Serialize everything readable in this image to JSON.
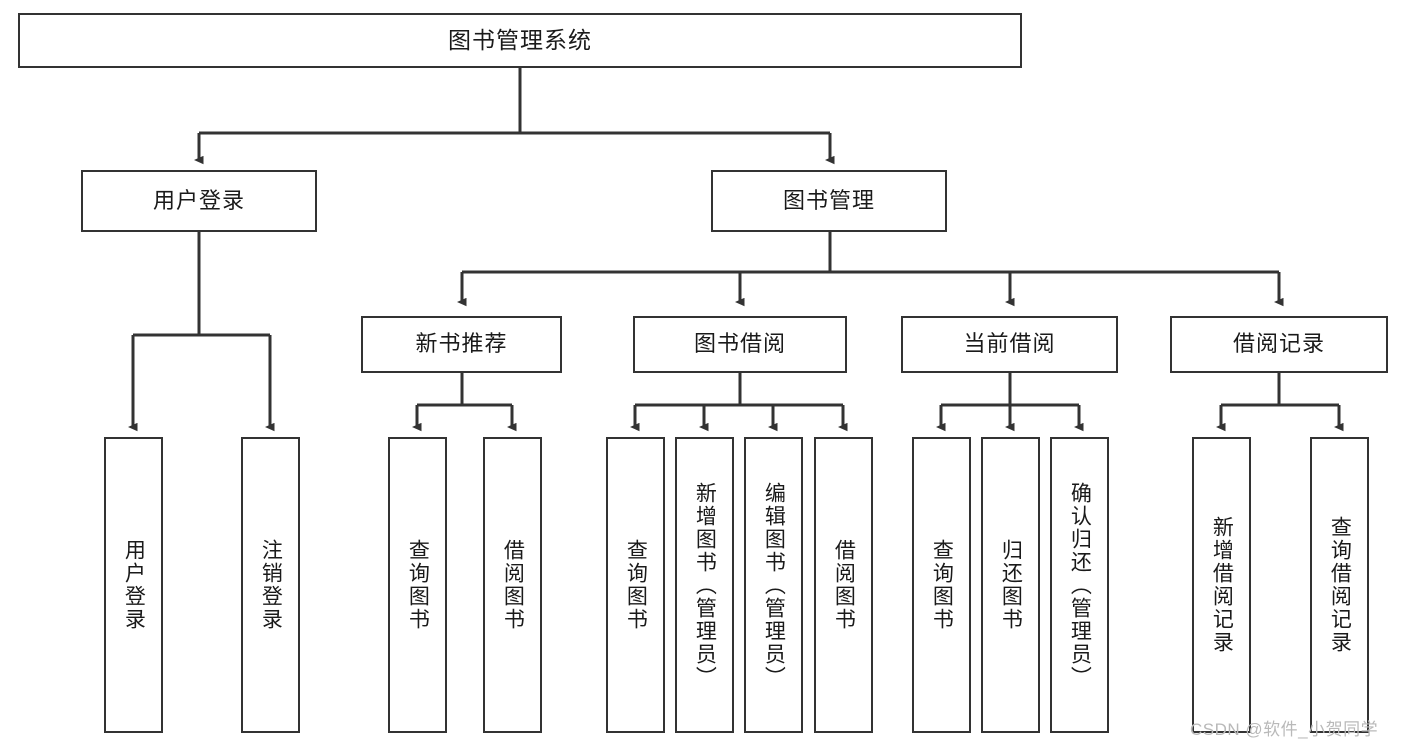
{
  "diagram": {
    "title": "图书管理系统",
    "colors": {
      "box_border": "#333333",
      "box_fill": "#ffffff",
      "connector": "#333333",
      "text": "#1a1a1a",
      "watermark": "#b9b9b9"
    },
    "root": {
      "label": "图书管理系统"
    },
    "level2": [
      {
        "label": "用户登录"
      },
      {
        "label": "图书管理"
      }
    ],
    "level3": [
      {
        "label": "新书推荐"
      },
      {
        "label": "图书借阅"
      },
      {
        "label": "当前借阅"
      },
      {
        "label": "借阅记录"
      }
    ],
    "leaves": {
      "user_login": [
        {
          "label": "用户登录"
        },
        {
          "label": "注销登录"
        }
      ],
      "new_book_recommend": [
        {
          "label": "查询图书"
        },
        {
          "label": "借阅图书"
        }
      ],
      "book_borrow": [
        {
          "label": "查询图书"
        },
        {
          "label": "新增图书（管理员）"
        },
        {
          "label": "编辑图书（管理员）"
        },
        {
          "label": "借阅图书"
        }
      ],
      "current_borrow": [
        {
          "label": "查询图书"
        },
        {
          "label": "归还图书"
        },
        {
          "label": "确认归还（管理员）"
        }
      ],
      "borrow_record": [
        {
          "label": "新增借阅记录"
        },
        {
          "label": "查询借阅记录"
        }
      ]
    },
    "watermark": "CSDN @软件_小贺同学"
  }
}
